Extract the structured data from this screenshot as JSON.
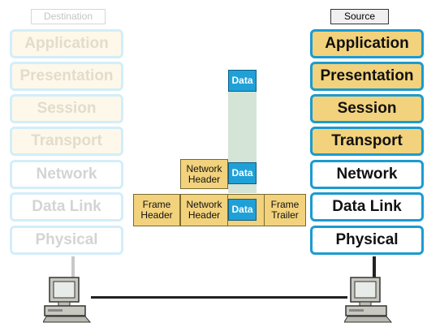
{
  "destination": {
    "label": "Destination",
    "layers": [
      "Application",
      "Presentation",
      "Session",
      "Transport",
      "Network",
      "Data Link",
      "Physical"
    ]
  },
  "source": {
    "label": "Source",
    "layers": [
      "Application",
      "Presentation",
      "Session",
      "Transport",
      "Network",
      "Data Link",
      "Physical"
    ]
  },
  "pdus": {
    "data": "Data",
    "network_header": "Network Header",
    "frame_header": "Frame Header",
    "frame_trailer": "Frame Trailer"
  },
  "colors": {
    "upper_layer_fill": "#f2d27c",
    "layer_border": "#1b9bd1",
    "data_fill": "#1fa1d8",
    "faded_border": "#d3eef9"
  },
  "icons": [
    "computer-icon",
    "computer-icon"
  ]
}
